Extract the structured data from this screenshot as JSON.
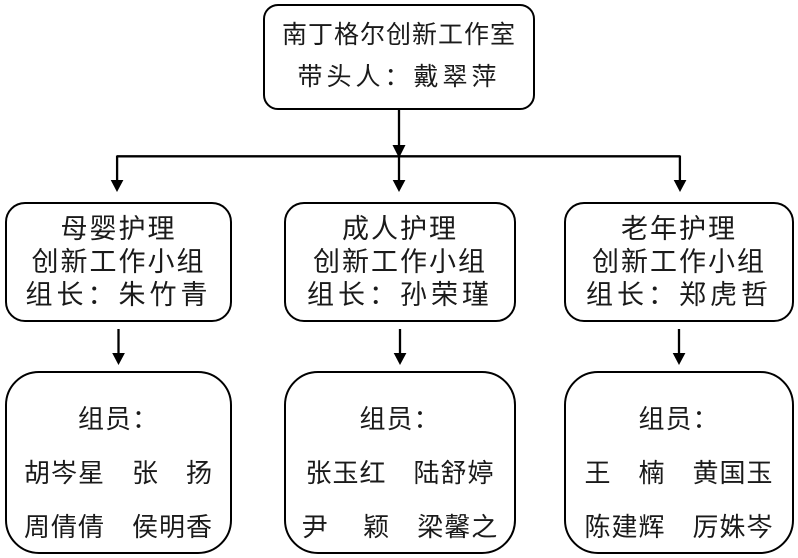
{
  "root_node": {
    "title": "南丁格尔创新工作室",
    "leader": "带头人：戴翠萍"
  },
  "groups": [
    {
      "field": "母婴护理",
      "team": "创新工作小组",
      "leader": "组长：朱竹青",
      "members_label": "组员：",
      "members_row1": "胡岑星　张　扬",
      "members_row2": "周倩倩　侯明香"
    },
    {
      "field": "成人护理",
      "team": "创新工作小组",
      "leader": "组长：孙荣瑾",
      "members_label": "组员：",
      "members_row1": "张玉红　陆舒婷",
      "members_row2": "尹　 颖　梁馨之"
    },
    {
      "field": "老年护理",
      "team": "创新工作小组",
      "leader": "组长：郑虎哲",
      "members_label": "组员：",
      "members_row1": "王　楠　黄国玉",
      "members_row2": "陈建辉　厉姝岑"
    }
  ],
  "colors": {
    "line": "#000000",
    "text": "#1a1a1a",
    "background": "#ffffff"
  }
}
